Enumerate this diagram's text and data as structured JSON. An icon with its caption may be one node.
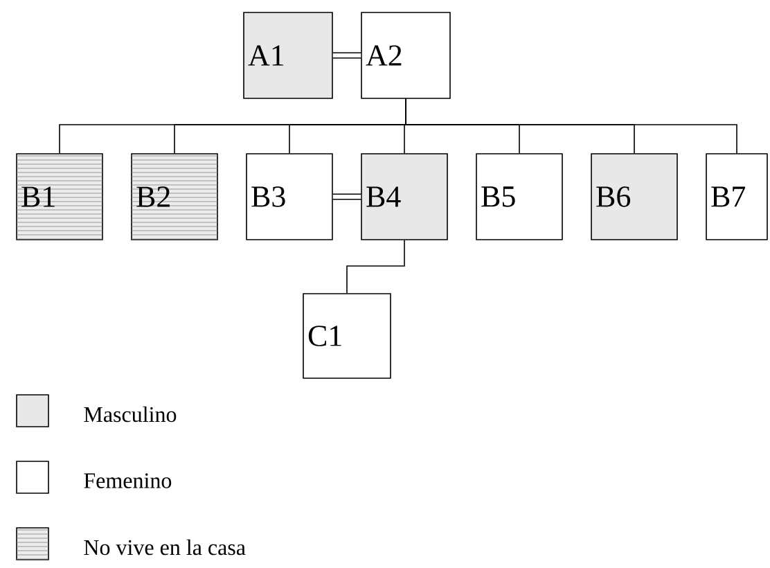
{
  "diagram": {
    "nodes": [
      {
        "text": [
          "A1"
        ]
      },
      {
        "text": [
          "A2"
        ]
      },
      {
        "text": [
          "B1"
        ]
      },
      {
        "text": [
          "B2"
        ]
      },
      {
        "text": [
          "B3"
        ]
      },
      {
        "text": [
          "B4"
        ]
      },
      {
        "text": [
          "B5"
        ]
      },
      {
        "text": [
          "B6"
        ]
      },
      {
        "text": [
          "B7"
        ]
      },
      {
        "text": [
          "C1"
        ]
      }
    ],
    "edges": [
      {
        "from": 0,
        "to": 1,
        "arrow": "none",
        "style": "thick"
      },
      {
        "from": 1,
        "to": 2,
        "arrow": "none"
      },
      {
        "from": 1,
        "to": 3,
        "arrow": "none"
      },
      {
        "from": 1,
        "to": 4,
        "arrow": "none"
      },
      {
        "from": 1,
        "to": 5,
        "arrow": "none"
      },
      {
        "from": 1,
        "to": 6,
        "arrow": "none"
      },
      {
        "from": 1,
        "to": 7,
        "arrow": "none"
      },
      {
        "from": 1,
        "to": 8,
        "arrow": "none"
      },
      {
        "from": 4,
        "to": 5,
        "arrow": "none",
        "style": "thick"
      },
      {
        "from": 5,
        "to": 9,
        "arrow": "none"
      }
    ],
    "legend": [
      {
        "text": "Masculino",
        "color": "#e8e8e8"
      },
      {
        "text": "Femenino"
      },
      {
        "text": "No vive en la casa"
      }
    ]
  }
}
